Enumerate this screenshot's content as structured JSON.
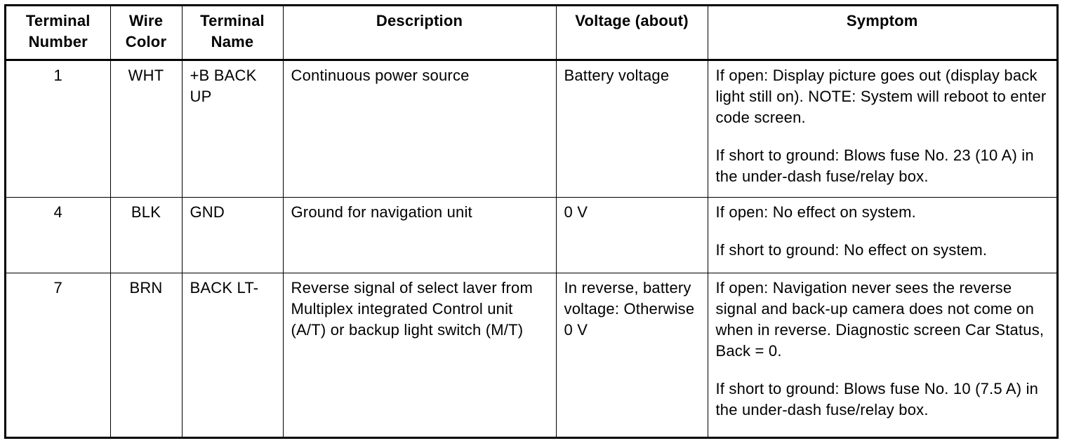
{
  "headers": {
    "terminal_number": [
      "Terminal",
      "Number"
    ],
    "wire_color": [
      "Wire",
      "Color"
    ],
    "terminal_name": [
      "Terminal",
      "Name"
    ],
    "description": "Description",
    "voltage": "Voltage (about)",
    "symptom": "Symptom"
  },
  "rows": [
    {
      "terminal_number": "1",
      "wire_color": "WHT",
      "terminal_name": "+B BACK UP",
      "description": "Continuous power source",
      "voltage": "Battery voltage",
      "symptom_open": "If open: Display picture goes out (display back light still on). NOTE: System will reboot to enter code screen.",
      "symptom_short": "If short to ground: Blows fuse No. 23 (10 A) in the under-dash fuse/relay box."
    },
    {
      "terminal_number": "4",
      "wire_color": "BLK",
      "terminal_name": "GND",
      "description": "Ground for navigation unit",
      "voltage": "0 V",
      "symptom_open": "If open: No effect on system.",
      "symptom_short": "If short to ground: No effect on system."
    },
    {
      "terminal_number": "7",
      "wire_color": "BRN",
      "terminal_name": "BACK LT-",
      "description": "Reverse signal of select laver from Multiplex integrated Control unit (A/T) or backup light switch (M/T)",
      "voltage": "In reverse, battery voltage: Otherwise 0 V",
      "symptom_open": "If open: Navigation never sees the reverse signal and back-up camera does not come on when in reverse. Diagnostic screen Car Status, Back = 0.",
      "symptom_short": "If short to ground: Blows fuse No. 10 (7.5 A) in the under-dash fuse/relay box."
    }
  ]
}
